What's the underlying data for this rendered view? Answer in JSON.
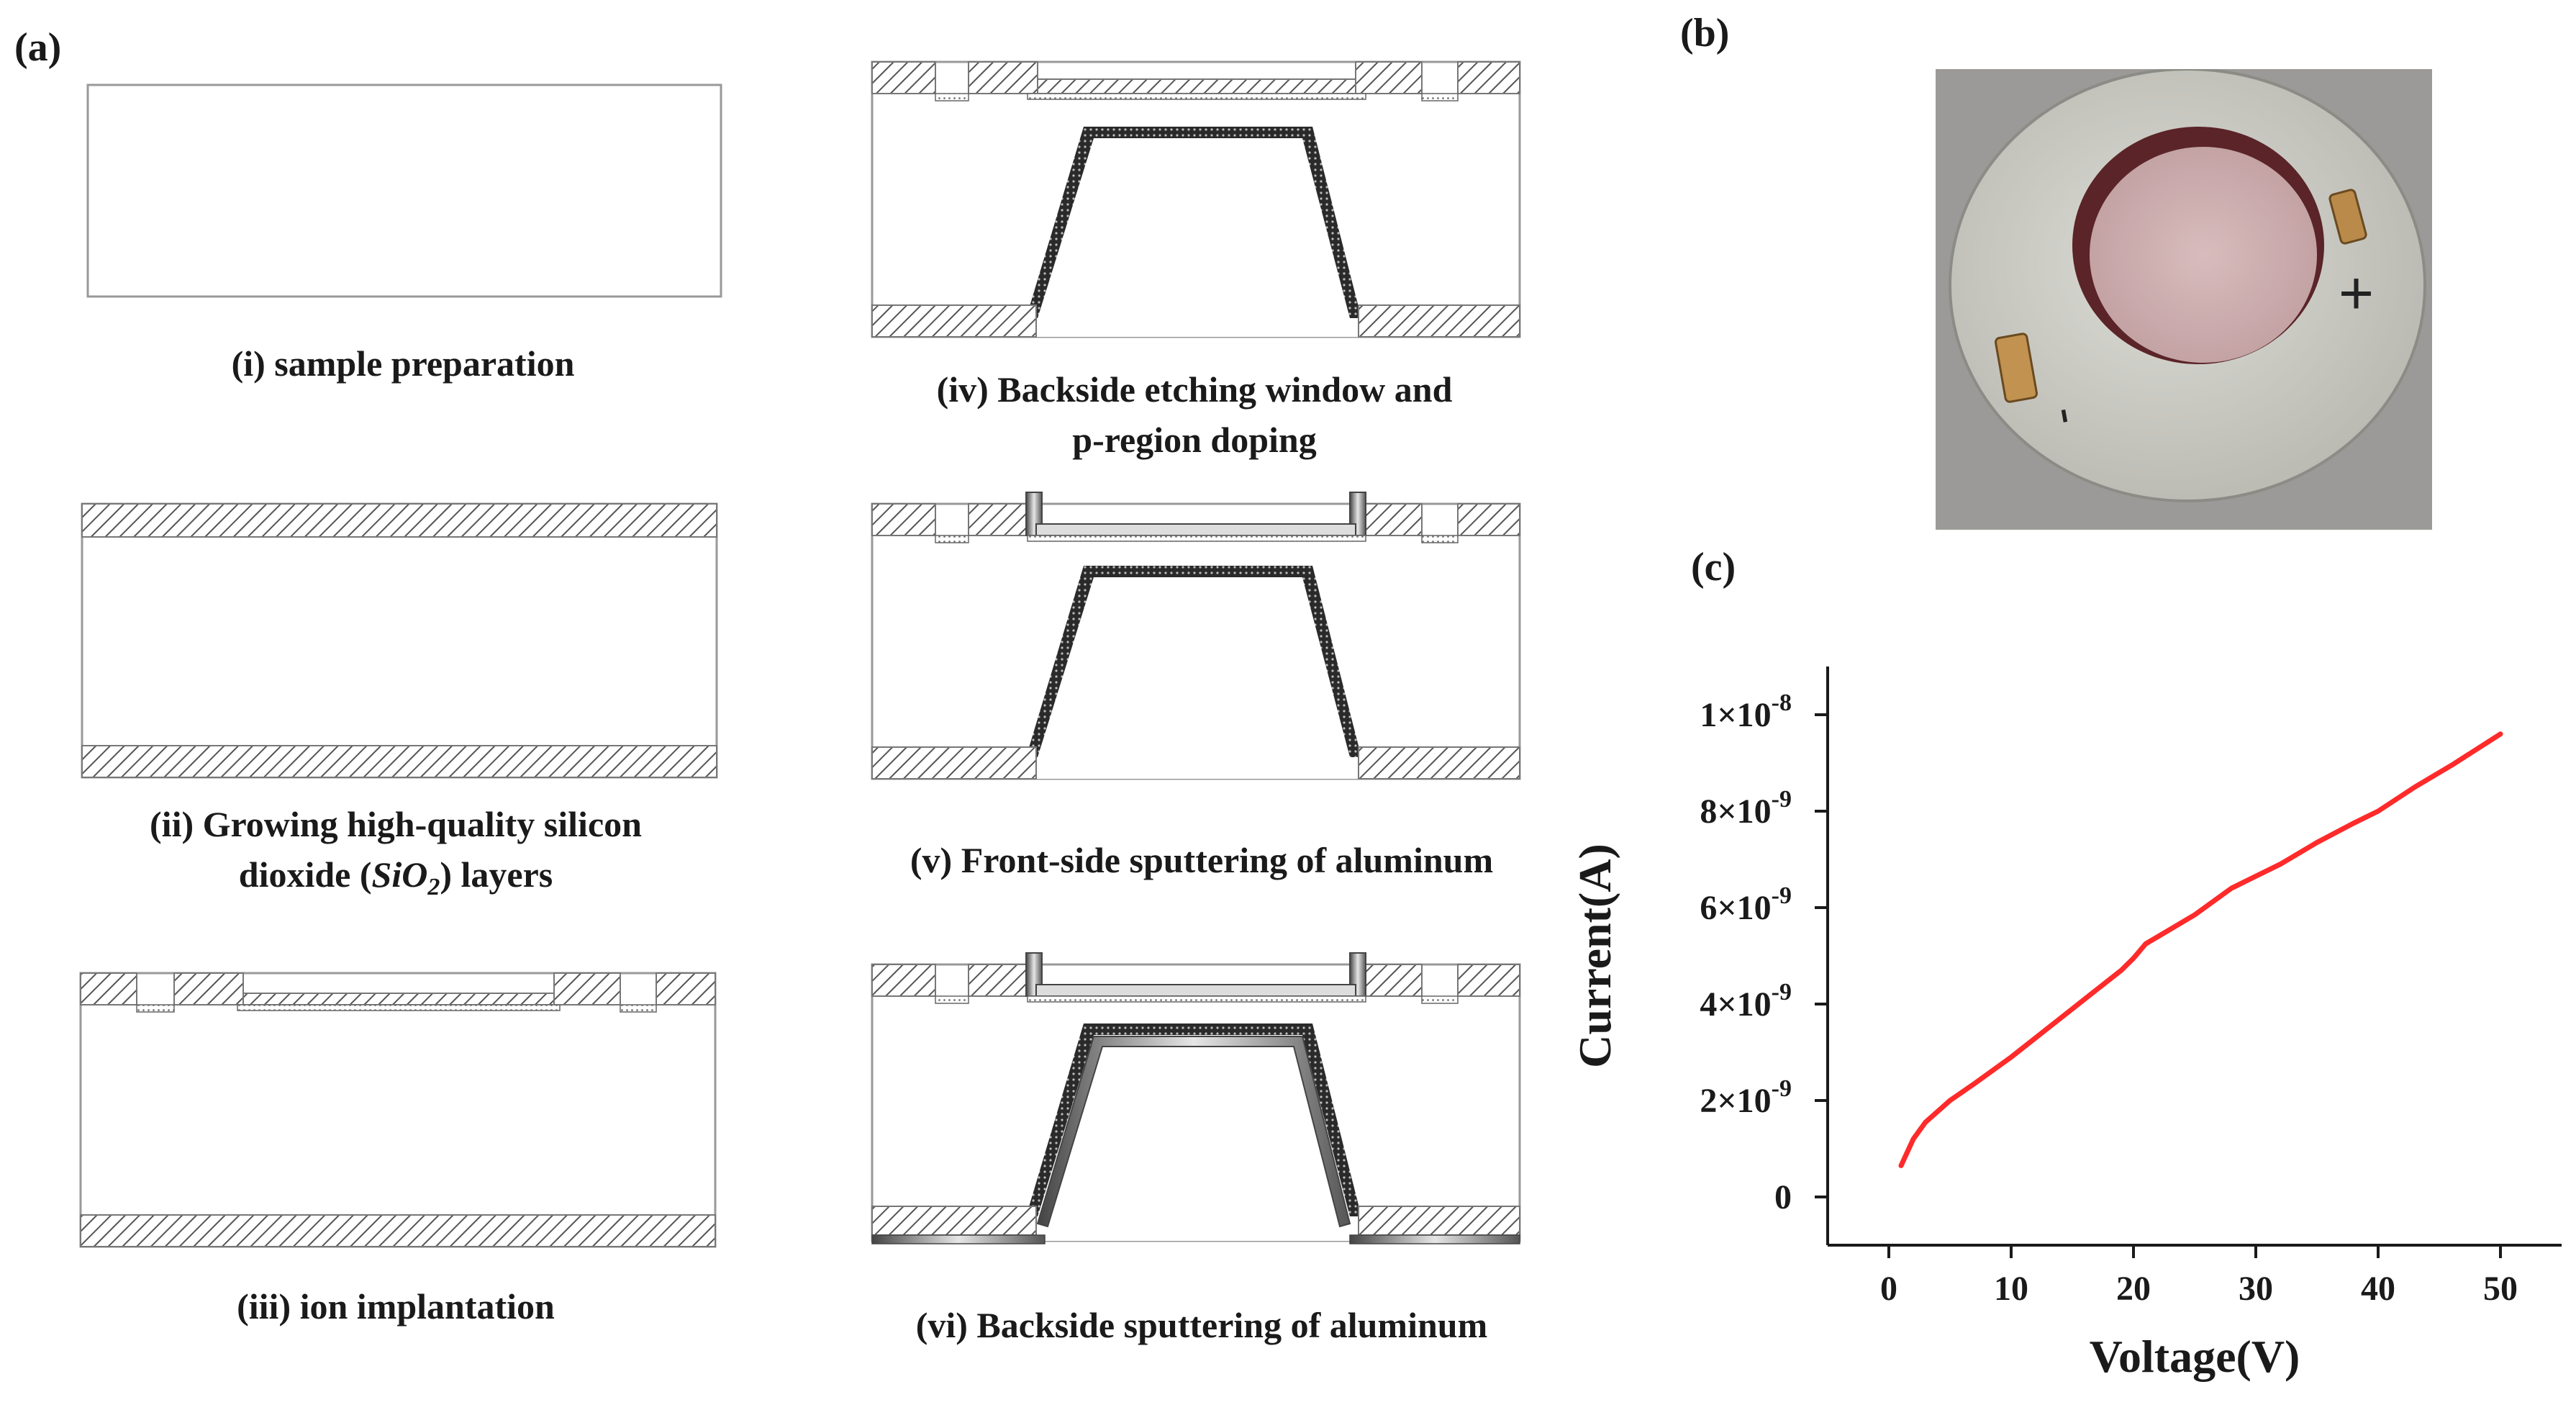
{
  "figure": {
    "panel_labels": {
      "a": "(a)",
      "b": "(b)",
      "c": "(c)"
    },
    "steps": [
      {
        "id": "i",
        "caption": [
          "(i) sample preparation"
        ]
      },
      {
        "id": "ii",
        "caption": [
          "(ii) Growing high-quality silicon",
          "dioxide (",
          "SiO",
          "2",
          ") layers"
        ]
      },
      {
        "id": "iii",
        "caption": [
          "(iii) ion implantation"
        ]
      },
      {
        "id": "iv",
        "caption": [
          "(iv) Backside etching window and",
          "p-region doping"
        ]
      },
      {
        "id": "v",
        "caption": [
          "(v) Front-side sputtering of aluminum"
        ]
      },
      {
        "id": "vi",
        "caption": [
          "(vi) Backside sputtering of aluminum"
        ]
      }
    ],
    "photo_marks": {
      "plus": "+",
      "minus": "-"
    }
  },
  "chart_data": {
    "type": "line",
    "xlabel": "Voltage(V)",
    "ylabel": "Current(A)",
    "xlim": [
      -5,
      55
    ],
    "ylim": [
      -1e-09,
      1.1e-08
    ],
    "xticks": [
      0,
      10,
      20,
      30,
      40,
      50
    ],
    "xtick_labels": [
      "0",
      "10",
      "20",
      "30",
      "40",
      "50"
    ],
    "yticks": [
      0,
      2e-09,
      4e-09,
      6e-09,
      8e-09,
      1e-08
    ],
    "ytick_labels": [
      {
        "mant": "0",
        "exp": ""
      },
      {
        "mant": "2×10",
        "exp": "-9"
      },
      {
        "mant": "4×10",
        "exp": "-9"
      },
      {
        "mant": "6×10",
        "exp": "-9"
      },
      {
        "mant": "8×10",
        "exp": "-9"
      },
      {
        "mant": "1×10",
        "exp": "-8"
      }
    ],
    "grid": false,
    "series": [
      {
        "color": "#ff2a2a",
        "x": [
          1,
          2,
          3,
          5,
          7,
          10,
          13,
          16,
          19,
          20,
          21,
          25,
          28,
          30,
          32,
          35,
          38,
          40,
          43,
          46,
          50
        ],
        "y": [
          6.5e-10,
          1.2e-09,
          1.55e-09,
          2e-09,
          2.35e-09,
          2.9e-09,
          3.5e-09,
          4.1e-09,
          4.7e-09,
          4.95e-09,
          5.25e-09,
          5.85e-09,
          6.4e-09,
          6.65e-09,
          6.9e-09,
          7.35e-09,
          7.75e-09,
          8e-09,
          8.5e-09,
          8.95e-09,
          9.6e-09
        ]
      }
    ]
  }
}
